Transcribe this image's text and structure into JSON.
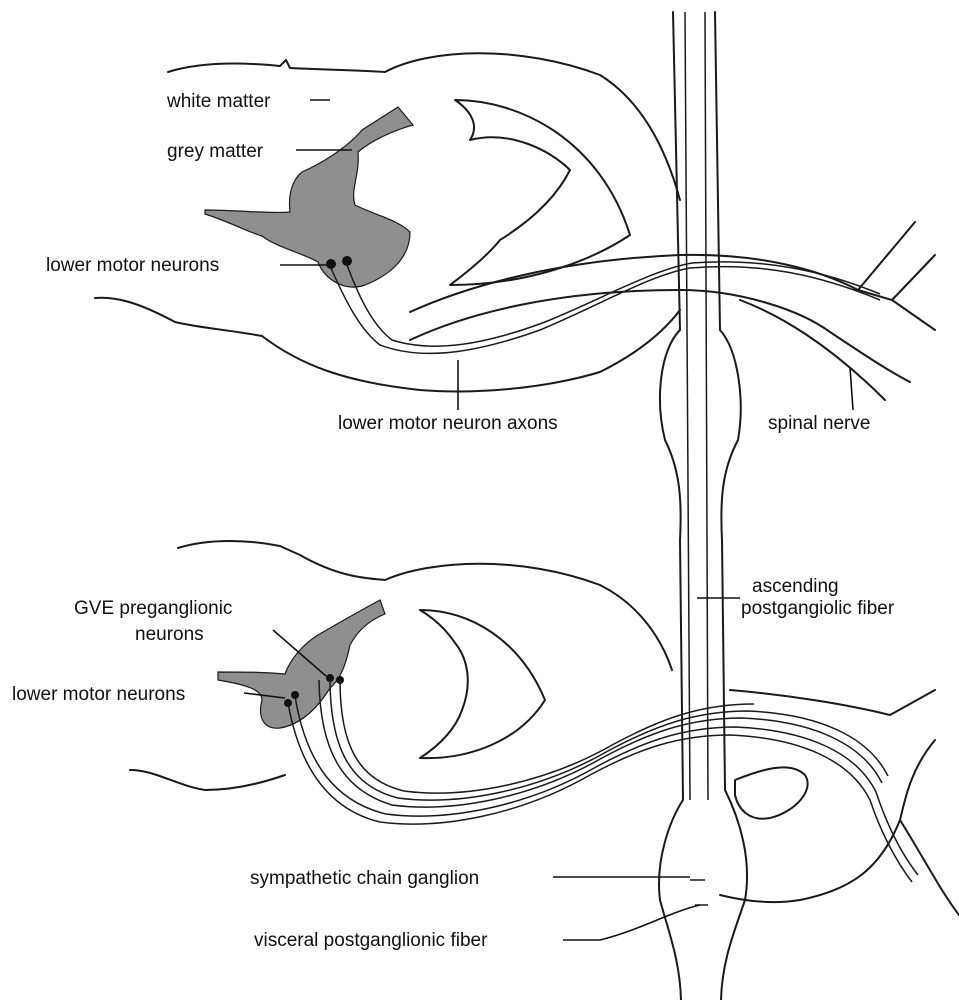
{
  "colors": {
    "grey_matter": "#8f8f8f",
    "line": "#1a1a1a",
    "background": "#ffffff"
  },
  "labels": {
    "white_matter": "white matter",
    "grey_matter": "grey matter",
    "lower_motor_neurons_top": "lower motor neurons",
    "lower_motor_neuron_axons": "lower motor neuron axons",
    "spinal_nerve": "spinal nerve",
    "ascending_line1": "ascending",
    "ascending_line2": "postgangiolic fiber",
    "gve_line1": "GVE preganglionic",
    "gve_line2": "neurons",
    "lower_motor_neurons_bottom": "lower motor neurons",
    "sympathetic_chain_ganglion": "sympathetic chain ganglion",
    "visceral_postganglionic_fiber": "visceral postganglionic fiber"
  }
}
